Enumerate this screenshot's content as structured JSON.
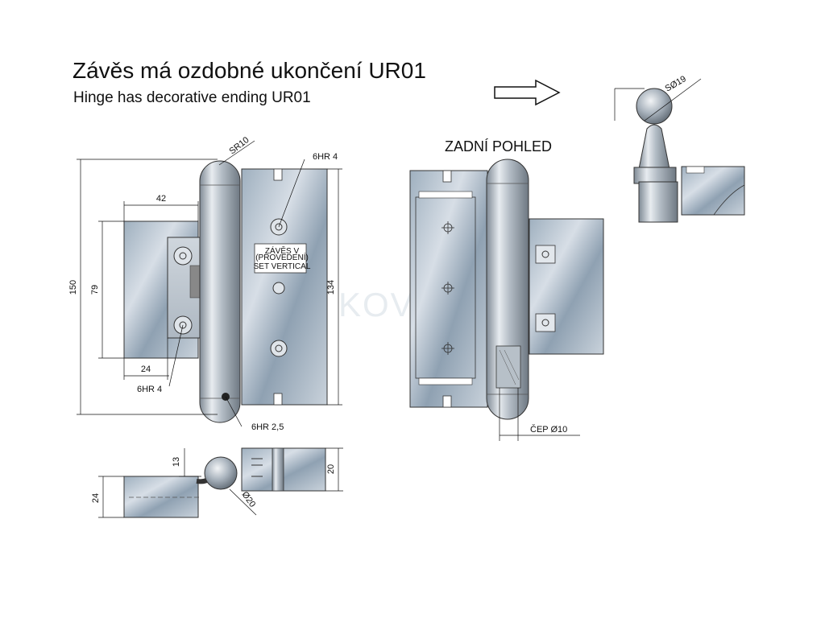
{
  "title": {
    "cz": "Závěs má ozdobné ukončení UR01",
    "en": "Hinge has decorative ending UR01"
  },
  "views": {
    "back_view_label": "ZADNÍ POHLED"
  },
  "labels": {
    "label_plate": "ZÁVĚS V",
    "label_plate_sub": "(PROVEDENÍ)",
    "label_plate_bottom": "SET VERTICAL",
    "watermark": "KOV"
  },
  "dimensions": {
    "sr10": "SR10",
    "hr4_top": "6HR 4",
    "dim_42": "42",
    "dim_79": "79",
    "dim_150": "150",
    "dim_134": "134",
    "dim_24_front": "24",
    "hr4_bottom": "6HR 4",
    "hr2_5": "6HR 2,5",
    "cep": "ČEP Ø10",
    "ball": "SØ19",
    "dim_13": "13",
    "dim_20": "20",
    "dim_24_top": "24",
    "dia20": "Ø20"
  }
}
